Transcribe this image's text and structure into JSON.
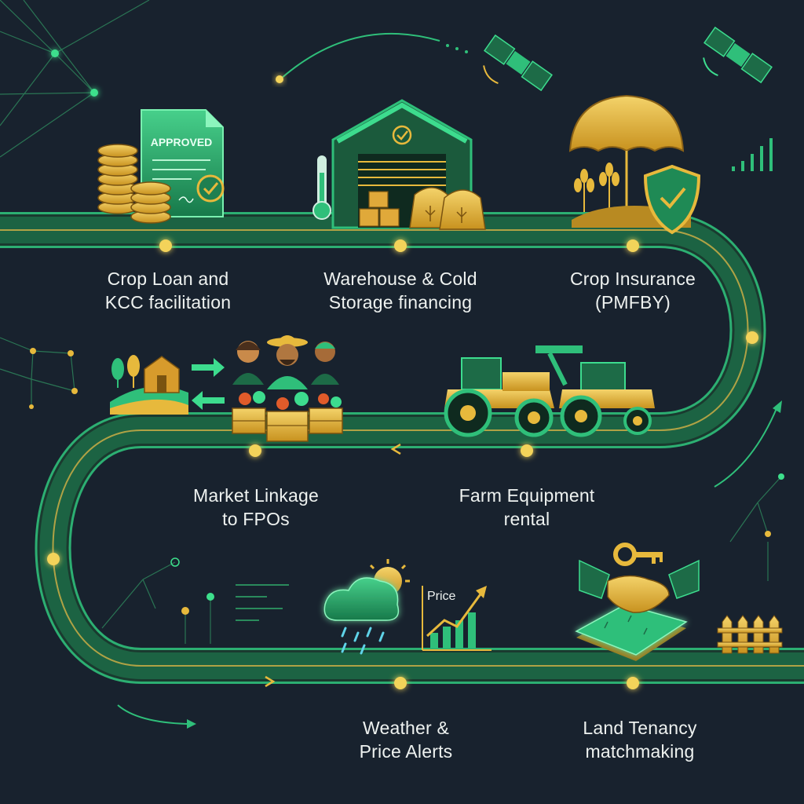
{
  "steps": [
    {
      "line1": "Crop Loan and",
      "line2": "KCC facilitation",
      "badge": "APPROVED"
    },
    {
      "line1": "Warehouse & Cold",
      "line2": "Storage financing"
    },
    {
      "line1": "Crop Insurance",
      "line2": "(PMFBY)"
    },
    {
      "line1": "Farm Equipment",
      "line2": "rental"
    },
    {
      "line1": "Market Linkage",
      "line2": "to FPOs"
    },
    {
      "line1": "Weather &",
      "line2": "Price Alerts",
      "chart_label": "Price"
    },
    {
      "line1": "Land Tenancy",
      "line2": "matchmaking"
    }
  ],
  "colors": {
    "background": "#18222e",
    "road": "#1c6b47",
    "road_edge": "#2fbf7a",
    "accent_gold": "#e7b93c",
    "glow": "#f3d35a"
  },
  "icons": [
    "document-icon",
    "coins-icon",
    "warehouse-icon",
    "thermometer-icon",
    "grain-sack-icon",
    "umbrella-icon",
    "shield-icon",
    "wheat-icon",
    "tractor-icon",
    "farmers-icon",
    "produce-crate-icon",
    "barn-icon",
    "cloud-rain-icon",
    "sun-icon",
    "price-chart-icon",
    "handshake-icon",
    "key-icon",
    "fence-icon",
    "satellite-icon"
  ]
}
